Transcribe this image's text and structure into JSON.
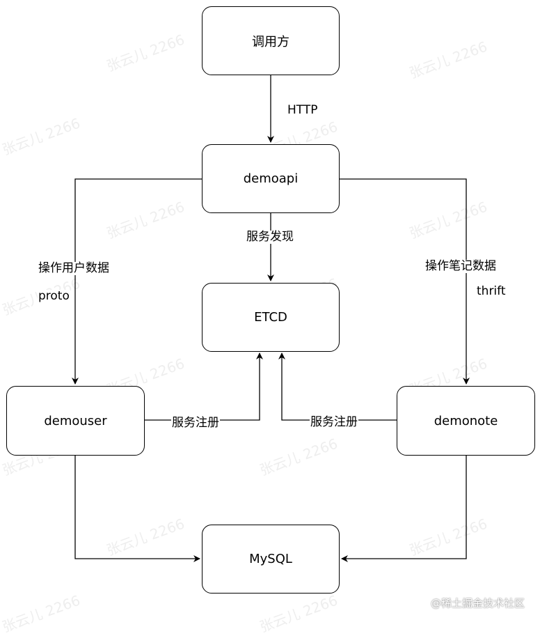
{
  "nodes": {
    "caller": "调用方",
    "demoapi": "demoapi",
    "etcd": "ETCD",
    "demouser": "demouser",
    "demonote": "demonote",
    "mysql": "MySQL"
  },
  "edges": {
    "http": "HTTP",
    "discovery": "服务发现",
    "user_ops": "操作用户数据",
    "proto": "proto",
    "note_ops": "操作笔记数据",
    "thrift": "thrift",
    "register_left": "服务注册",
    "register_right": "服务注册"
  },
  "watermark": "张云儿 2266",
  "footer": "@稀土掘金技术社区"
}
